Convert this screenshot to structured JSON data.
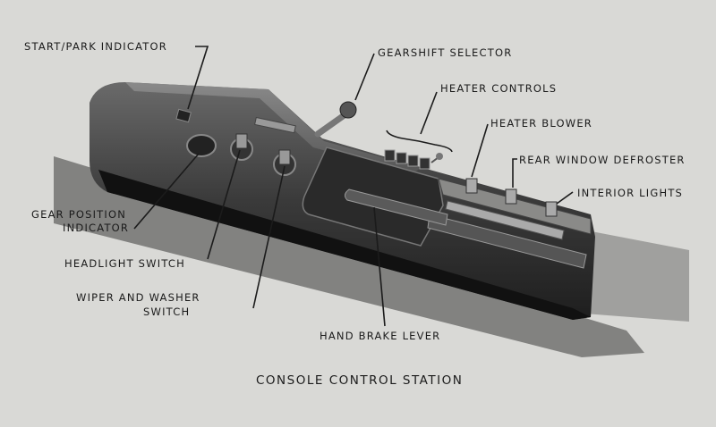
{
  "labels": {
    "start_park": "START/PARK INDICATOR",
    "gearshift": "GEARSHIFT SELECTOR",
    "heater_controls": "HEATER CONTROLS",
    "heater_blower": "HEATER BLOWER",
    "rear_defroster": "REAR WINDOW DEFROSTER",
    "interior_lights": "INTERIOR LIGHTS",
    "gear_position_1": "GEAR POSITION",
    "gear_position_2": "INDICATOR",
    "headlight": "HEADLIGHT SWITCH",
    "wiper_1": "WIPER AND WASHER",
    "wiper_2": "SWITCH",
    "hand_brake": "HAND BRAKE LEVER"
  },
  "caption": "CONSOLE CONTROL STATION"
}
